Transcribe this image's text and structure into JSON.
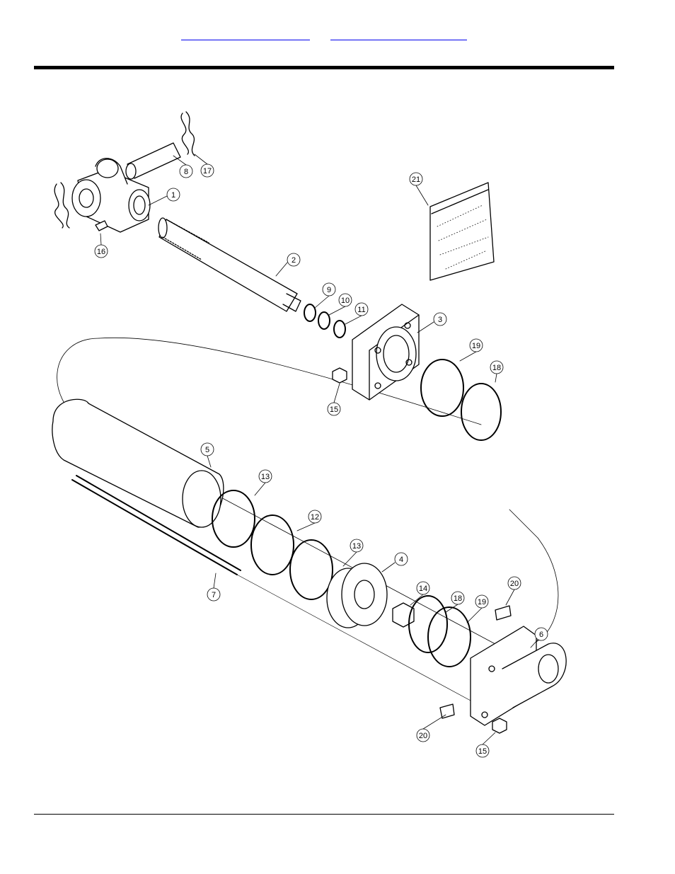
{
  "nav": {
    "link_1": "",
    "link_2": ""
  },
  "callouts": [
    "1",
    "2",
    "3",
    "4",
    "5",
    "6",
    "7",
    "8",
    "9",
    "10",
    "11",
    "12",
    "13",
    "13",
    "14",
    "15",
    "15",
    "16",
    "17",
    "18",
    "18",
    "19",
    "19",
    "20",
    "20",
    "21"
  ],
  "colors": {
    "link": "#0000ee",
    "rule": "#000000"
  }
}
